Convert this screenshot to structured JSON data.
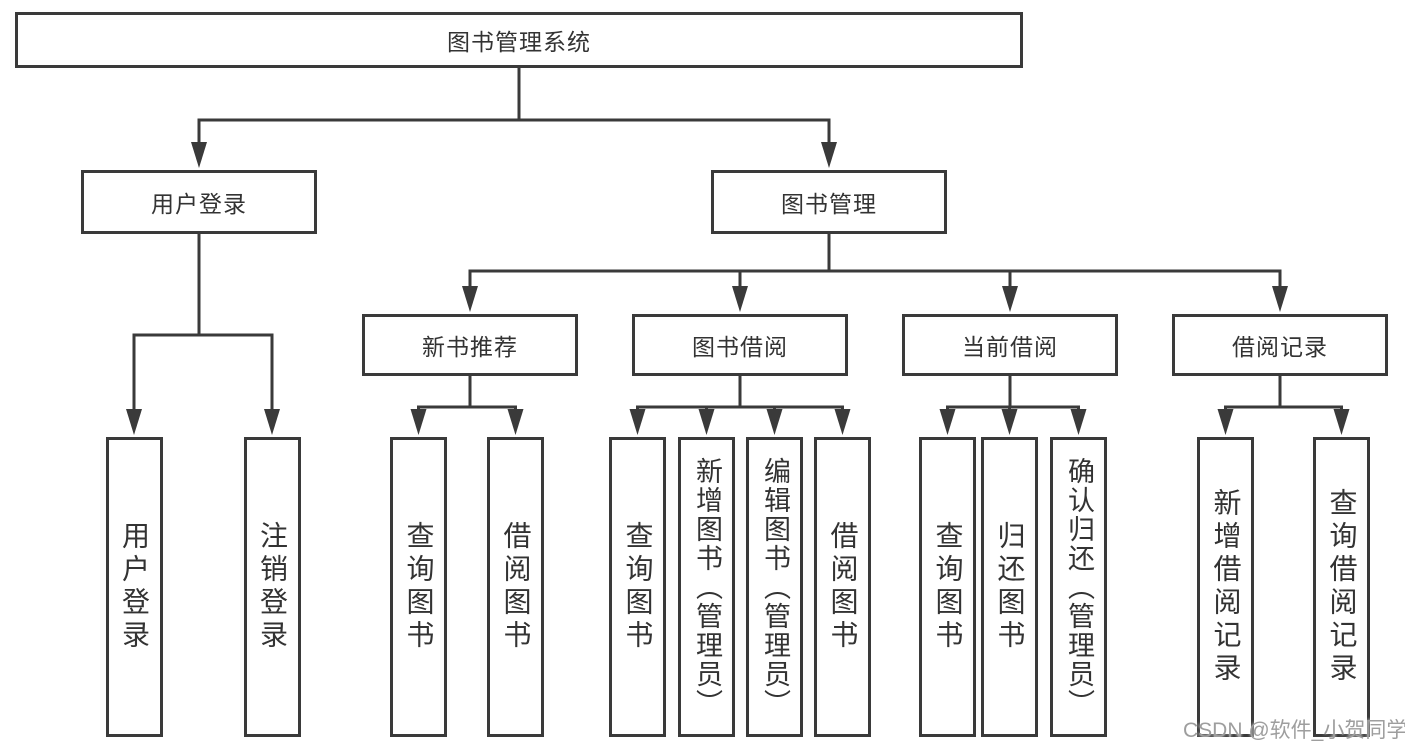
{
  "diagram": {
    "tree": {
      "label": "图书管理系统",
      "children": [
        {
          "label": "用户登录",
          "children": [
            {
              "label": "用户登录"
            },
            {
              "label": "注销登录"
            }
          ]
        },
        {
          "label": "图书管理",
          "children": [
            {
              "label": "新书推荐",
              "children": [
                {
                  "label": "查询图书"
                },
                {
                  "label": "借阅图书"
                }
              ]
            },
            {
              "label": "图书借阅",
              "children": [
                {
                  "label": "查询图书"
                },
                {
                  "label": "新增图书（管理员）"
                },
                {
                  "label": "编辑图书（管理员）"
                },
                {
                  "label": "借阅图书"
                }
              ]
            },
            {
              "label": "当前借阅",
              "children": [
                {
                  "label": "查询图书"
                },
                {
                  "label": "归还图书"
                },
                {
                  "label": "确认归还（管理员）"
                }
              ]
            },
            {
              "label": "借阅记录",
              "children": [
                {
                  "label": "新增借阅记录"
                },
                {
                  "label": "查询借阅记录"
                }
              ]
            }
          ]
        }
      ]
    },
    "colors": {
      "line": "#3a3a3a",
      "box_border": "#3a3a3a",
      "box_fill": "#ffffff",
      "text": "#333333",
      "background": "#ffffff",
      "watermark": "#9e9e9e"
    }
  },
  "watermark": {
    "text": "CSDN @软件_小贺同学"
  }
}
